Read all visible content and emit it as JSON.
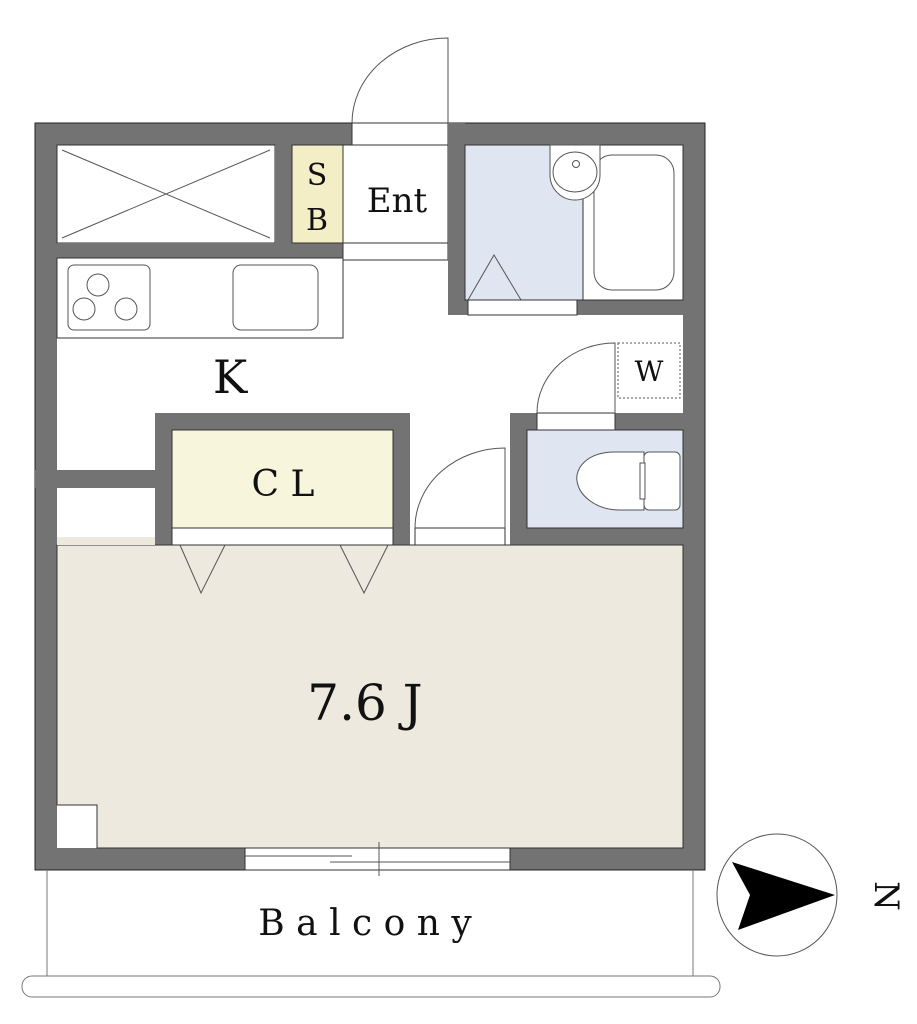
{
  "rooms": {
    "entrance": "Ent",
    "shoe_box_top": "S",
    "shoe_box_bottom": "B",
    "kitchen": "K",
    "closet": "C L",
    "washer": "W",
    "main_room": "7.6 J",
    "balcony": "B a l c o n y"
  },
  "compass": {
    "direction": "N"
  },
  "colors": {
    "wall": "#737373",
    "main_room": "#ede9df",
    "wet_area": "#dfe6f2",
    "closet": "#f7f5dc",
    "shoe_box": "#f3eec6"
  }
}
